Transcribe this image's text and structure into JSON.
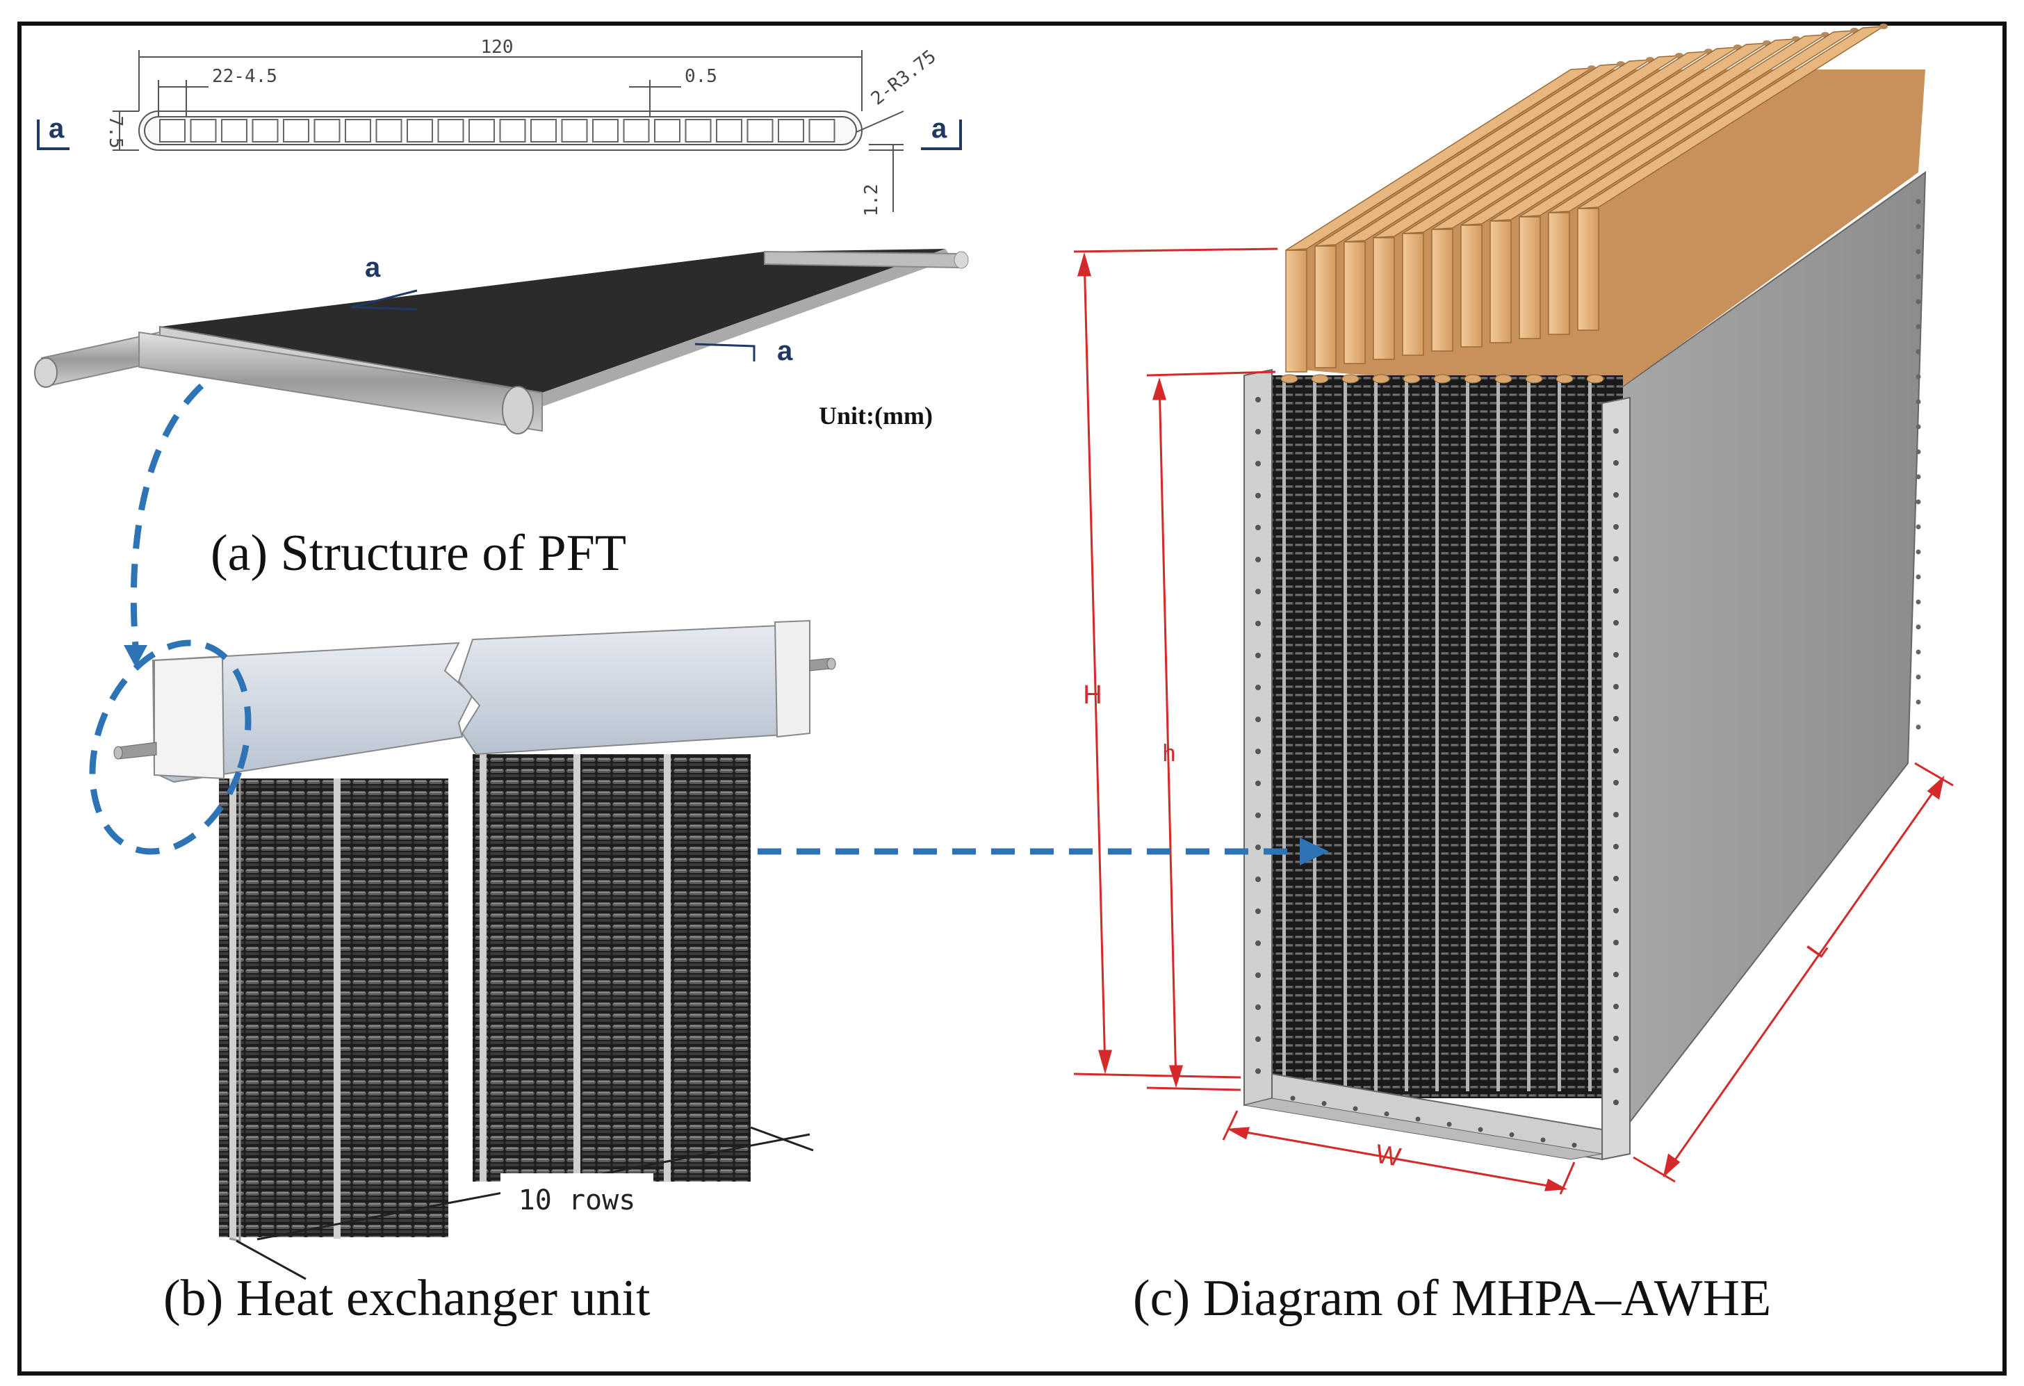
{
  "panel_a": {
    "caption": "(a) Structure of PFT",
    "dim_length": "120",
    "dim_channels": "22-4.5",
    "dim_wall": "0.5",
    "dim_radius": "2-R3.75",
    "dim_height": "7.5",
    "dim_thickness": "1.2",
    "section_mark": "a",
    "unit_label": "Unit:(mm)"
  },
  "panel_b": {
    "caption": "(b) Heat exchanger unit",
    "rows_label": "10 rows"
  },
  "panel_c": {
    "caption": "(c) Diagram of MHPA–AWHE",
    "dim_H": "H",
    "dim_h": "h",
    "dim_W": "W",
    "dim_L": "L"
  },
  "colors": {
    "arrow": "#2e74b5",
    "dimension": "#d42a2a",
    "fin": "#2a2a2a",
    "wood": "#d8a66e",
    "panel_gray": "#9c9c9c",
    "frame": "#111111"
  },
  "icons": [
    "section-arrow",
    "dashed-flow-arrow"
  ]
}
